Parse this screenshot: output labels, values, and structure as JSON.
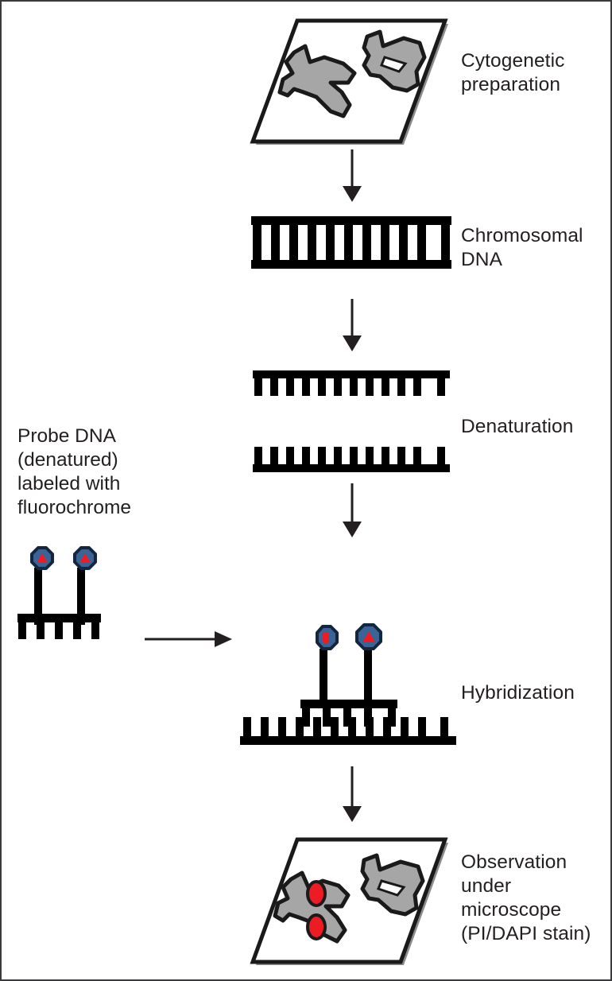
{
  "figure": {
    "title": "FISH (Fluorescence In Situ Hybridization) workflow",
    "background": "#ffffff",
    "border_color": "#3a3a3c",
    "text_color": "#231f20"
  },
  "palette": {
    "chromosome_fill": "#a6a6a6",
    "chromosome_outline": "#1a1a1a",
    "dna_black": "#000000",
    "slide_outline": "#1a1a1a",
    "slide_fill": "#ffffff",
    "slide_shadow": "#8c8c8c",
    "fluorochrome_ring": "#14253f",
    "fluorochrome_body": "#3a6495",
    "fluorochrome_core": "#ed1c24",
    "signal_red": "#ed1c24",
    "arrow_color": "#231f20"
  },
  "steps": [
    {
      "id": "cytogenetic-preparation",
      "label": "Cytogenetic\npreparation",
      "graphic": "slide-with-chromosomes"
    },
    {
      "id": "chromosomal-dna",
      "label": "Chromosomal\nDNA",
      "graphic": "double-stranded-dna-ladder"
    },
    {
      "id": "denaturation",
      "label": "Denaturation",
      "graphic": "two-single-strands"
    },
    {
      "id": "hybridization",
      "label": "Hybridization",
      "graphic": "probe-bound-to-target-strand"
    },
    {
      "id": "observation",
      "label": "Observation\nunder\nmicroscope\n(PI/DAPI stain)",
      "graphic": "slide-with-red-signals"
    }
  ],
  "probe": {
    "label": "Probe DNA\n(denatured)\nlabeled with\nfluorochrome",
    "teeth": 5,
    "fluorochrome_count": 2
  },
  "dna": {
    "ladder_rungs": 11,
    "denatured_top_teeth": 12,
    "denatured_bottom_teeth": 12,
    "hybridization_target_teeth": 12,
    "hybridization_probe_teeth": 5
  },
  "arrows": [
    {
      "id": "arrow-prep-to-dna",
      "direction": "down"
    },
    {
      "id": "arrow-dna-to-denaturation",
      "direction": "down"
    },
    {
      "id": "arrow-denaturation-to-hybridization",
      "direction": "down"
    },
    {
      "id": "arrow-probe-to-hybridization",
      "direction": "right"
    },
    {
      "id": "arrow-hybridization-to-observation",
      "direction": "down"
    }
  ]
}
